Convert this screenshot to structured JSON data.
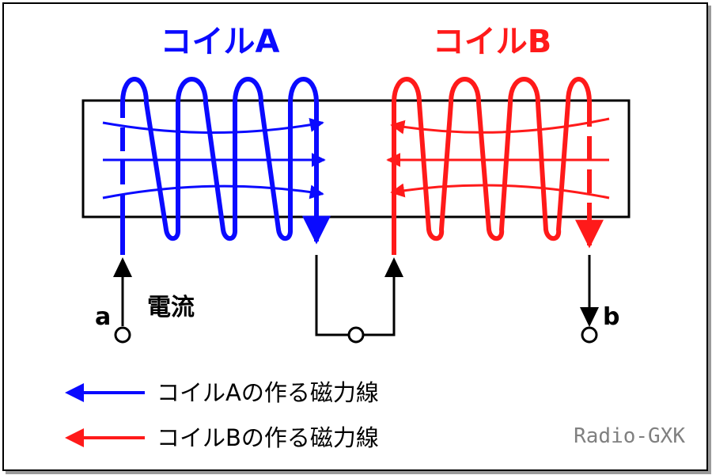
{
  "coil_a": {
    "title": "コイルA",
    "color": "#0a0aff"
  },
  "coil_b": {
    "title": "コイルB",
    "color": "#ff1a1a"
  },
  "current_label": "電流",
  "terminal_a": "a",
  "terminal_b": "b",
  "legend": [
    {
      "text": "コイルAの作る磁力線",
      "color": "#0a0aff"
    },
    {
      "text": "コイルBの作る磁力線",
      "color": "#ff1a1a"
    }
  ],
  "credit": "Radio-GXK"
}
